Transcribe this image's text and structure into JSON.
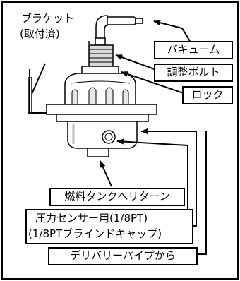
{
  "diagram": {
    "labels": {
      "bracket_line1": "ブラケット",
      "bracket_line2": "(取付済)",
      "vacuum": "バキューム",
      "adjust_bolt": "調整ボルト",
      "lock": "ロック",
      "fuel_return": "燃料タンクへリターン",
      "pressure_sensor_line1": "圧力センサー用(1/8PT)",
      "pressure_sensor_line2": "(1/8PTブラインドキャップ)",
      "from_delivery_pipe": "デリバリーパイプから"
    },
    "colors": {
      "line": "#000000",
      "part_body": "#ffffff",
      "part_shade": "#e8e8e8",
      "part_dark": "#b8b8b8"
    }
  }
}
